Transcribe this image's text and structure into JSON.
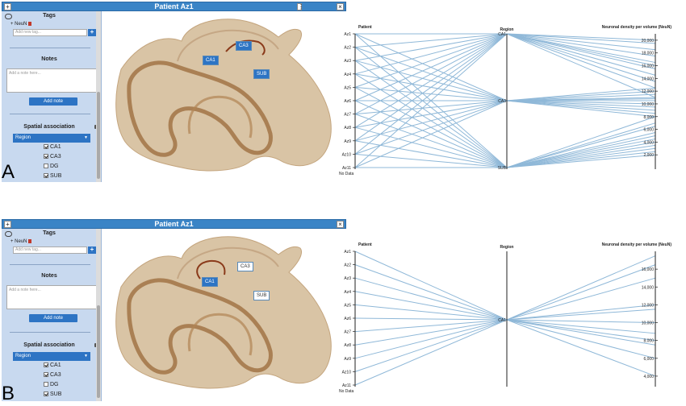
{
  "panels": [
    {
      "letter": "A",
      "window": {
        "title": "Patient Az1",
        "add_btn": "+",
        "close_btn": "×"
      },
      "tags": {
        "title": "Tags",
        "items": [
          "NeuN"
        ],
        "input_placeholder": "Add new tag...",
        "add_label": "+"
      },
      "notes": {
        "title": "Notes",
        "placeholder": "Add a note here...",
        "button": "Add note"
      },
      "spatial": {
        "title": "Spatial association",
        "select_value": "Region",
        "options": [
          {
            "label": "CA1",
            "checked": true
          },
          {
            "label": "CA3",
            "checked": true
          },
          {
            "label": "DG",
            "checked": false
          },
          {
            "label": "SUB",
            "checked": true
          }
        ]
      },
      "region_labels": [
        {
          "text": "CA3",
          "active": true
        },
        {
          "text": "CA1",
          "active": true
        },
        {
          "text": "SUB",
          "active": true
        }
      ],
      "chart_data": {
        "type": "parallel-coordinates",
        "axes": [
          "Patient",
          "Region",
          "Neuronal density per volume (NeuN)"
        ],
        "patients": [
          "Az1",
          "Az2",
          "Az3",
          "Az4",
          "Az5",
          "Az6",
          "Az7",
          "Az8",
          "Az9",
          "Az10",
          "Az11"
        ],
        "no_data_label": "No Data",
        "regions": [
          "CA1",
          "CA3",
          "SUB"
        ],
        "density_ticks": [
          "20,000",
          "18,000",
          "16,000",
          "14,000",
          "12,000",
          "10,000",
          "8,000",
          "6,000",
          "4,000",
          "2,000"
        ],
        "density_range": [
          0,
          21000
        ],
        "lines": [
          {
            "patient": "Az1",
            "region": "CA1",
            "density": 20000
          },
          {
            "patient": "Az1",
            "region": "CA3",
            "density": 10500
          },
          {
            "patient": "Az1",
            "region": "SUB",
            "density": 3000
          },
          {
            "patient": "Az2",
            "region": "CA1",
            "density": 18500
          },
          {
            "patient": "Az2",
            "region": "CA3",
            "density": 12000
          },
          {
            "patient": "Az2",
            "region": "SUB",
            "density": 5000
          },
          {
            "patient": "Az3",
            "region": "CA1",
            "density": 19500
          },
          {
            "patient": "Az3",
            "region": "CA3",
            "density": 9000
          },
          {
            "patient": "Az3",
            "region": "SUB",
            "density": 4000
          },
          {
            "patient": "Az4",
            "region": "CA1",
            "density": 16500
          },
          {
            "patient": "Az4",
            "region": "CA3",
            "density": 11000
          },
          {
            "patient": "Az4",
            "region": "SUB",
            "density": 2500
          },
          {
            "patient": "Az5",
            "region": "CA1",
            "density": 17500
          },
          {
            "patient": "Az5",
            "region": "CA3",
            "density": 8500
          },
          {
            "patient": "Az5",
            "region": "SUB",
            "density": 6500
          },
          {
            "patient": "Az6",
            "region": "CA1",
            "density": 15500
          },
          {
            "patient": "Az6",
            "region": "CA3",
            "density": 10000
          },
          {
            "patient": "Az6",
            "region": "SUB",
            "density": 4500
          },
          {
            "patient": "Az7",
            "region": "CA1",
            "density": 13500
          },
          {
            "patient": "Az7",
            "region": "CA3",
            "density": 11500
          },
          {
            "patient": "Az7",
            "region": "SUB",
            "density": 7000
          },
          {
            "patient": "Az8",
            "region": "CA1",
            "density": 14500
          },
          {
            "patient": "Az8",
            "region": "CA3",
            "density": 9500
          },
          {
            "patient": "Az8",
            "region": "SUB",
            "density": 5500
          },
          {
            "patient": "Az9",
            "region": "CA1",
            "density": 12500
          },
          {
            "patient": "Az9",
            "region": "CA3",
            "density": 8000
          },
          {
            "patient": "Az9",
            "region": "SUB",
            "density": 3500
          },
          {
            "patient": "Az10",
            "region": "CA1",
            "density": 11000
          },
          {
            "patient": "Az10",
            "region": "CA3",
            "density": 10800
          },
          {
            "patient": "Az10",
            "region": "SUB",
            "density": 2000
          },
          {
            "patient": "Az11",
            "region": "CA1",
            "density": 16000
          },
          {
            "patient": "Az11",
            "region": "CA3",
            "density": 12500
          },
          {
            "patient": "Az11",
            "region": "SUB",
            "density": 8000
          }
        ]
      }
    },
    {
      "letter": "B",
      "window": {
        "title": "Patient Az1",
        "add_btn": "+",
        "close_btn": "×"
      },
      "tags": {
        "title": "Tags",
        "items": [
          "NeuN"
        ],
        "input_placeholder": "Add new tag...",
        "add_label": "+"
      },
      "notes": {
        "title": "Notes",
        "placeholder": "Add a note here...",
        "button": "Add note"
      },
      "spatial": {
        "title": "Spatial association",
        "select_value": "Region",
        "options": [
          {
            "label": "CA1",
            "checked": true
          },
          {
            "label": "CA3",
            "checked": true
          },
          {
            "label": "DG",
            "checked": false
          },
          {
            "label": "SUB",
            "checked": true
          }
        ]
      },
      "region_labels": [
        {
          "text": "CA3",
          "active": false
        },
        {
          "text": "CA1",
          "active": true
        },
        {
          "text": "SUB",
          "active": false
        }
      ],
      "chart_data": {
        "type": "parallel-coordinates",
        "axes": [
          "Patient",
          "Region",
          "Neuronal density per volume (NeuN)"
        ],
        "patients": [
          "Az1",
          "Az2",
          "Az3",
          "Az4",
          "Az5",
          "Az6",
          "Az7",
          "Az8",
          "Az9",
          "Az10",
          "Az11"
        ],
        "no_data_label": "No Data",
        "regions": [
          "CA1"
        ],
        "density_ticks": [
          "16,000",
          "14,000",
          "12,000",
          "10,000",
          "8,000",
          "6,000",
          "4,000"
        ],
        "density_range": [
          3000,
          18000
        ],
        "lines": [
          {
            "patient": "Az1",
            "region": "CA1",
            "density": 17500
          },
          {
            "patient": "Az2",
            "region": "CA1",
            "density": 16500
          },
          {
            "patient": "Az3",
            "region": "CA1",
            "density": 15000
          },
          {
            "patient": "Az4",
            "region": "CA1",
            "density": 12000
          },
          {
            "patient": "Az5",
            "region": "CA1",
            "density": 11500
          },
          {
            "patient": "Az6",
            "region": "CA1",
            "density": 10000
          },
          {
            "patient": "Az7",
            "region": "CA1",
            "density": 8800
          },
          {
            "patient": "Az8",
            "region": "CA1",
            "density": 8000
          },
          {
            "patient": "Az9",
            "region": "CA1",
            "density": 7500
          },
          {
            "patient": "Az10",
            "region": "CA1",
            "density": 6000
          },
          {
            "patient": "Az11",
            "region": "CA1",
            "density": 4000
          }
        ]
      }
    }
  ],
  "colors": {
    "accent": "#2d74c4",
    "titlebar": "#3a84c6",
    "sidebar": "#c8d9ef",
    "line": "#8fb8d8",
    "tissue": "#d7c2a4",
    "stain": "#8a5a2b"
  }
}
